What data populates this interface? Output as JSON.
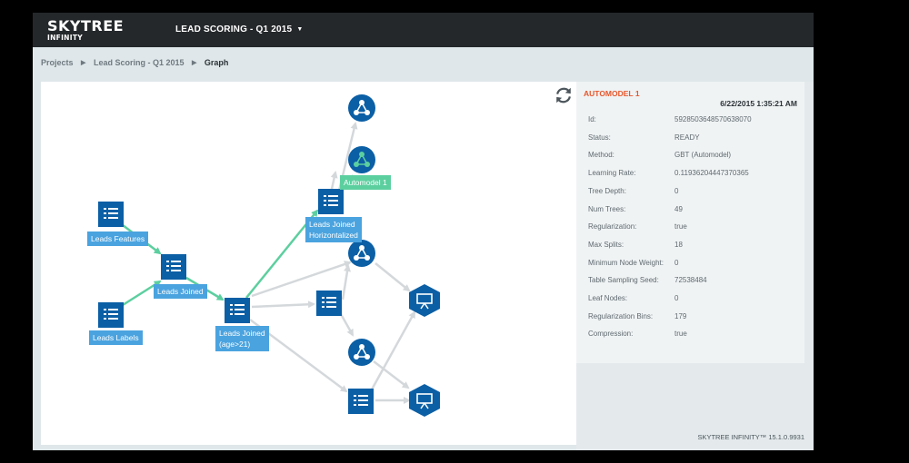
{
  "app": {
    "logo_line1": "SKYTREE",
    "logo_line2": "INFINITY",
    "project_title": "LEAD SCORING - Q1 2015"
  },
  "breadcrumb": [
    "Projects",
    "Lead Scoring - Q1 2015",
    "Graph"
  ],
  "graph": {
    "labels": {
      "leads_features": "Leads Features",
      "leads_labels": "Leads Labels",
      "leads_joined": "Leads Joined",
      "leads_joined_age_line1": "Leads Joined",
      "leads_joined_age_line2": "(age>21)",
      "leads_joined_horiz_line1": "Leads Joined",
      "leads_joined_horiz_line2": "Horizontalized",
      "automodel": "Automodel 1"
    },
    "colors": {
      "node_blue": "#0b5fa5",
      "label_blue": "#4aa3df",
      "edge_green": "#5ccf9f",
      "edge_grey": "#d4d8db"
    }
  },
  "details": {
    "name": "AUTOMODEL 1",
    "datetime": "6/22/2015 1:35:21 AM",
    "rows": [
      {
        "label": "Id:",
        "value": "5928503648570638070"
      },
      {
        "label": "Status:",
        "value": "READY"
      },
      {
        "label": "Method:",
        "value": "GBT (Automodel)"
      },
      {
        "label": "Learning Rate:",
        "value": "0.11936204447370365"
      },
      {
        "label": "Tree Depth:",
        "value": "0"
      },
      {
        "label": "Num Trees:",
        "value": "49"
      },
      {
        "label": "Regularization:",
        "value": "true"
      },
      {
        "label": "Max Splits:",
        "value": "18"
      },
      {
        "label": "Minimum Node Weight:",
        "value": "0"
      },
      {
        "label": "Table Sampling Seed:",
        "value": "72538484"
      },
      {
        "label": "Leaf Nodes:",
        "value": "0"
      },
      {
        "label": "Regularization Bins:",
        "value": "179"
      },
      {
        "label": "Compression:",
        "value": "true"
      }
    ]
  },
  "footer": {
    "version": "SKYTREE INFINITY™ 15.1.0.9931"
  }
}
